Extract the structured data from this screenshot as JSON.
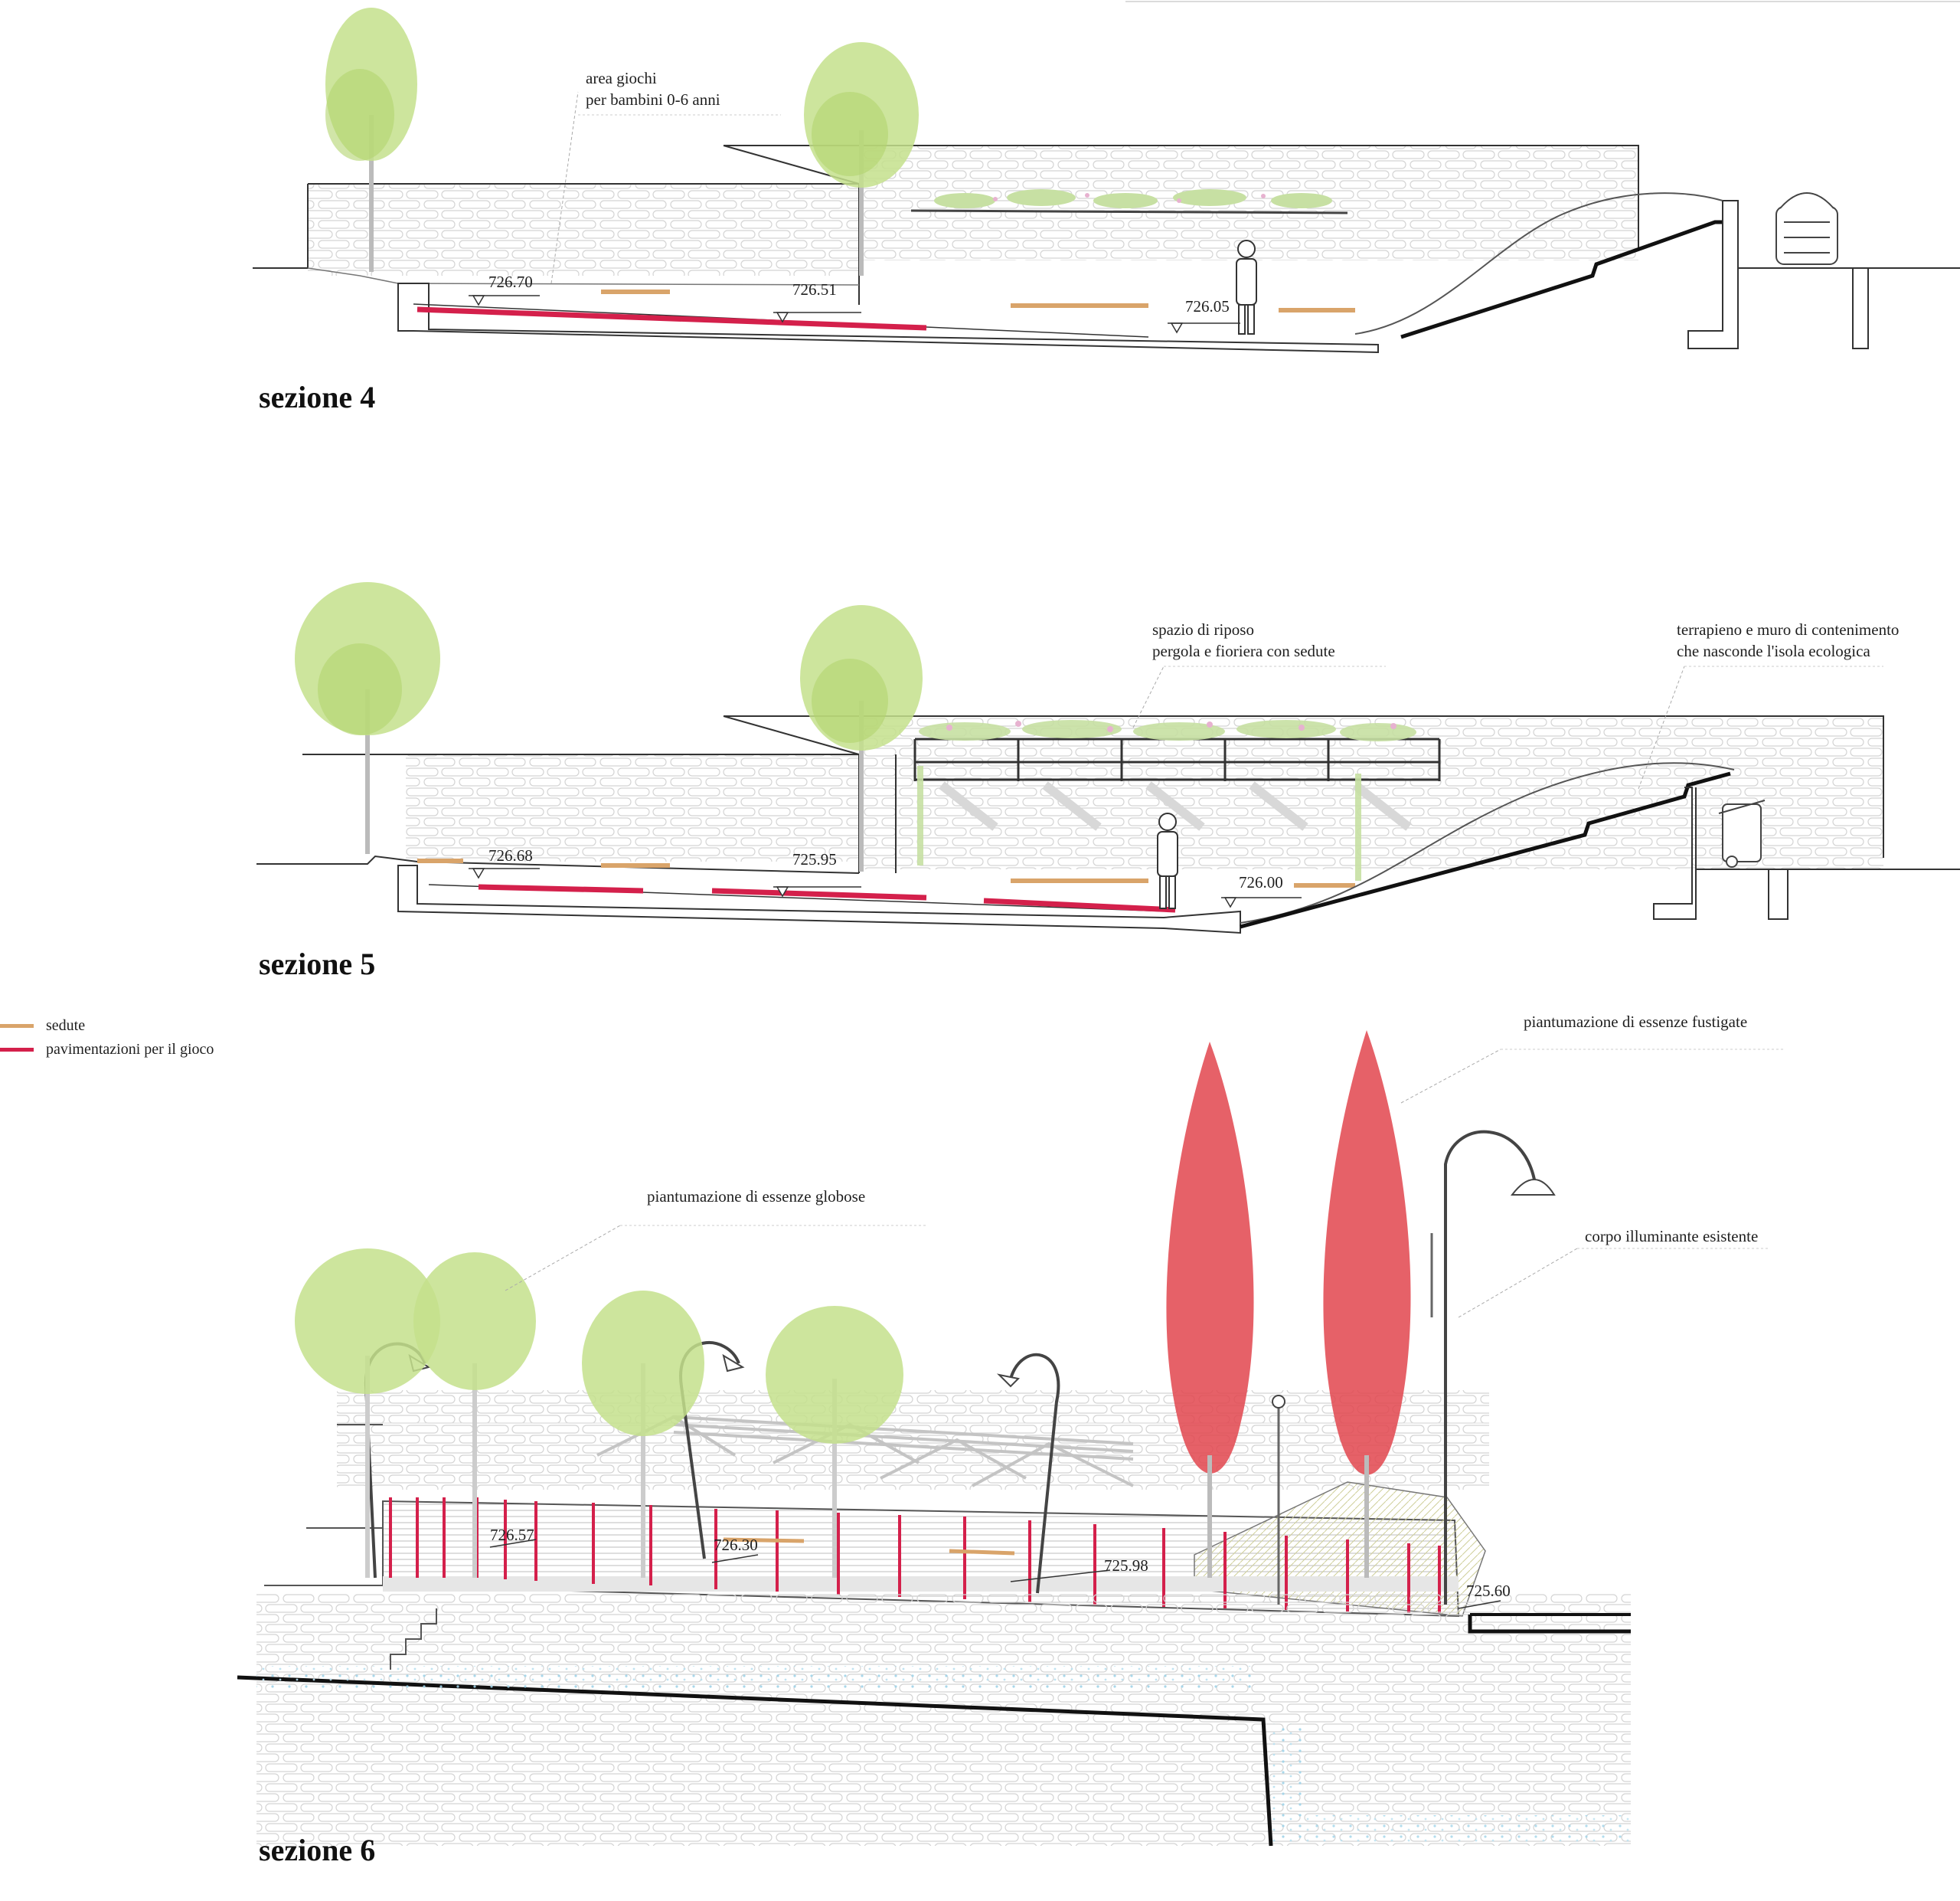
{
  "colors": {
    "sedute": "#d9a46a",
    "gioco": "#d4204b",
    "trees_globose": "#b7d97a",
    "trees_fustigate": "#e2454d",
    "wall_stone": "#cfcfcf",
    "water": "#a6d6ea",
    "line": "#222222"
  },
  "sections": [
    {
      "title": "sezione 4",
      "annotations": [
        {
          "lines": [
            "area giochi",
            "per bambini 0-6 anni"
          ]
        }
      ],
      "elevations": [
        "726.70",
        "726.51",
        "726.05"
      ]
    },
    {
      "title": "sezione 5",
      "annotations": [
        {
          "lines": [
            "spazio di riposo",
            "pergola e fioriera con sedute"
          ]
        },
        {
          "lines": [
            "terrapieno e muro di contenimento",
            "che nasconde l'isola ecologica"
          ]
        }
      ],
      "elevations": [
        "726.68",
        "725.95",
        "726.00"
      ]
    },
    {
      "title": "sezione 6",
      "annotations": [
        {
          "lines": [
            "piantumazione di essenze fustigate"
          ]
        },
        {
          "lines": [
            "piantumazione di essenze globose"
          ]
        },
        {
          "lines": [
            "corpo illuminante esistente"
          ]
        }
      ],
      "elevations": [
        "726.57",
        "726.30",
        "725.98",
        "725.60"
      ]
    }
  ],
  "legend": [
    {
      "label": "sedute",
      "color": "#d9a46a"
    },
    {
      "label": "pavimentazioni per il gioco",
      "color": "#d4204b"
    }
  ]
}
